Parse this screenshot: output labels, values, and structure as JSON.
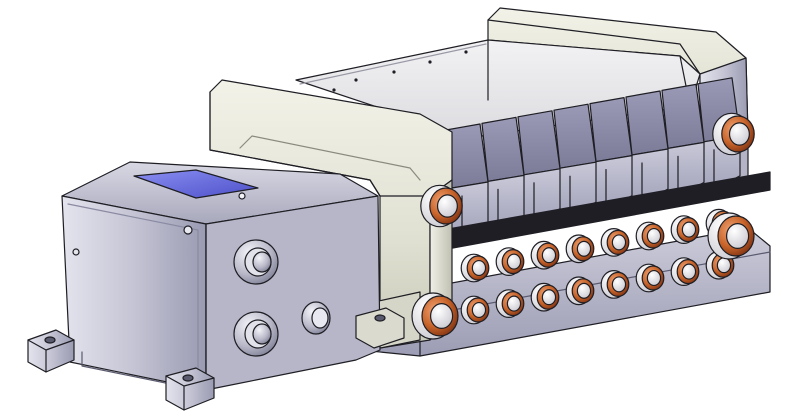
{
  "image": {
    "subject": "valve-manifold-cad-render",
    "background_color": "#ffffff",
    "colors": {
      "body_gray": "#bfbfcf",
      "body_light": "#dcdce8",
      "body_dark": "#8c8ca6",
      "end_plate_beige": "#e6e6da",
      "end_plate_shadow": "#bcbcae",
      "cover_window": "#e8e8ea",
      "display_blue": "#6a6ee6",
      "fitting_orange": "#c8642a",
      "fitting_dark": "#7a2e10",
      "fitting_white": "#f4f4f4",
      "outline": "#1e1e24"
    },
    "parts": {
      "valve_stations": 8,
      "upper_fitting_row": 8,
      "lower_fitting_row": 8,
      "large_port_fittings": 4,
      "side_ports": 2
    }
  }
}
